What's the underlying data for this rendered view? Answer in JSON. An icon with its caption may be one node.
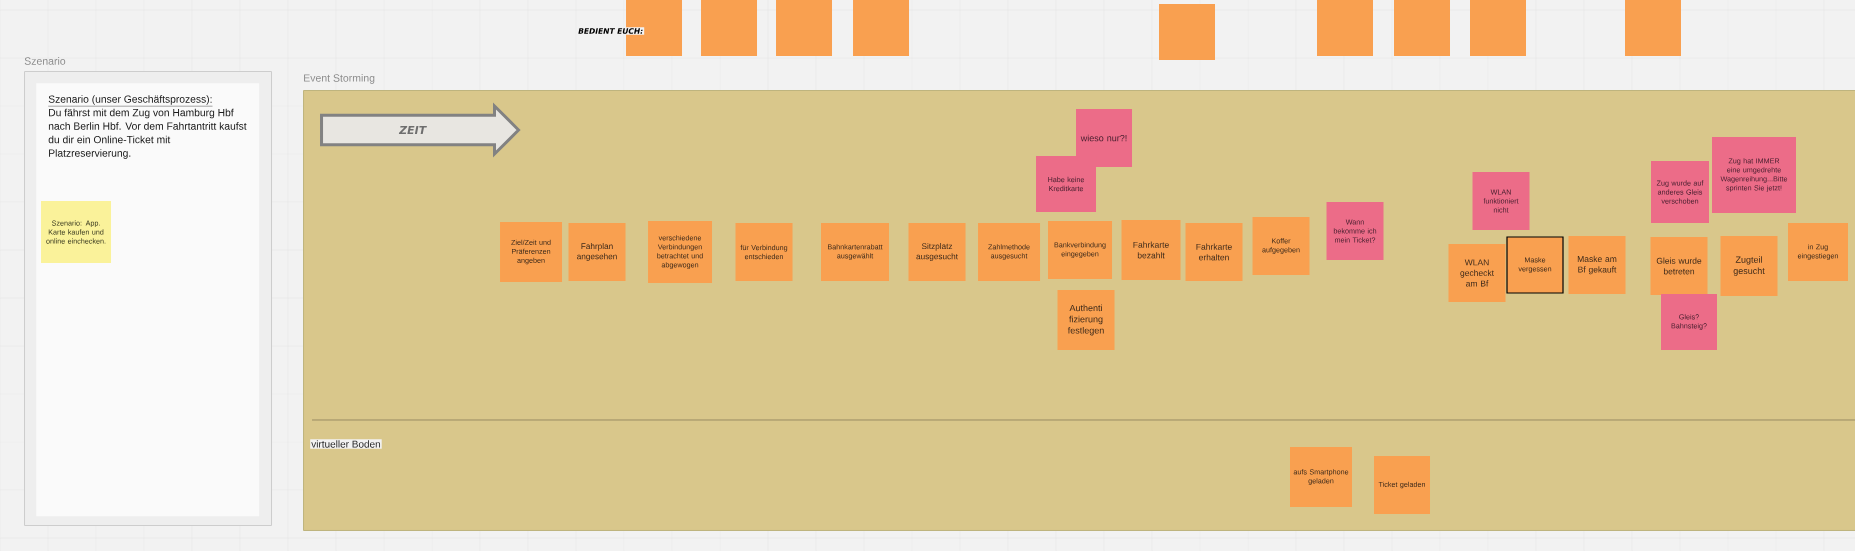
{
  "diagram": {
    "nodes": [
      {
        "text": [
          "Szenario"
        ]
      },
      {
        "text": [
          "Szenario (unser Geschäftsprozess):",
          "Du fährst mit dem Zug von Hamburg Hbf nach Berlin Hbf. Vor dem Fahrtantritt kaufst du dir ein Online-Ticket mit Platzreservierung."
        ],
        "in": 0
      },
      {
        "text": [
          "Szenario: App. Karte kaufen und online einchecken."
        ],
        "in": 1
      },
      {
        "text": [
          "Event Storming"
        ]
      },
      {
        "text": [
          "ZEIT"
        ],
        "in": 3
      },
      {
        "text": [
          "Ziel/Zeit und Präferenzen angeben"
        ],
        "in": 3
      },
      {
        "text": [
          "Fahrplan angesehen"
        ],
        "in": 3
      },
      {
        "text": [
          "verschiedene Verbindungen betrachtet und abgewogen"
        ],
        "in": 3
      },
      {
        "text": [
          "für Verbindung entschieden"
        ],
        "in": 3
      },
      {
        "text": [
          "Bahnkartenrabatt ausgewählt"
        ],
        "in": 3
      },
      {
        "text": [
          "Sitzplatz ausgesucht"
        ],
        "in": 3
      },
      {
        "text": [
          "Zahlmethode ausgesucht"
        ],
        "in": 3
      },
      {
        "text": [
          "wieso nur?!"
        ],
        "in": 3
      },
      {
        "text": [
          "Habe keine Kreditkarte"
        ],
        "in": 3
      },
      {
        "text": [
          "Bankverbindung eingegeben"
        ],
        "in": 3
      },
      {
        "text": [
          "Authenti fizierung festlegen"
        ],
        "in": 3
      },
      {
        "text": [
          "Fahrkarte bezahlt"
        ],
        "in": 3
      },
      {
        "text": [
          "Fahrkarte erhalten"
        ],
        "in": 3
      },
      {
        "text": [
          "Koffer aufgegeben"
        ],
        "in": 3
      },
      {
        "text": [
          "Wann bekomme ich mein Ticket?"
        ],
        "in": 3
      },
      {
        "text": [
          "WLAN funktioniert nicht"
        ],
        "in": 3
      },
      {
        "text": [
          "WLAN gecheckt am Bf"
        ],
        "in": 3
      },
      {
        "text": [
          "Maske vergessen"
        ],
        "in": 3
      },
      {
        "text": [
          "Maske am Bf gekauft"
        ],
        "in": 3
      },
      {
        "text": [
          "Zug wurde auf anderes Gleis verschoben"
        ],
        "in": 3
      },
      {
        "text": [
          "Zug hat IMMER eine umgedrehte Wagenreihung...Bitte sprinten Sie jetzt!"
        ],
        "in": 3
      },
      {
        "text": [
          "Gleis wurde betreten"
        ],
        "in": 3
      },
      {
        "text": [
          "Gleis? Bahnsteig?"
        ],
        "in": 3
      },
      {
        "text": [
          "Zugteil gesucht"
        ],
        "in": 3
      },
      {
        "text": [
          "in Zug eingestiegen"
        ],
        "in": 3
      },
      {
        "text": [
          "aufs Smartphone geladen"
        ],
        "in": 3
      },
      {
        "text": [
          "Ticket geladen"
        ],
        "in": 3
      },
      {
        "text": [],
        "shape": "box"
      },
      {
        "text": [],
        "shape": "box"
      },
      {
        "text": [],
        "shape": "box"
      },
      {
        "text": [],
        "shape": "box"
      },
      {
        "text": [],
        "shape": "box"
      },
      {
        "text": [],
        "shape": "box"
      },
      {
        "text": [],
        "shape": "box"
      },
      {
        "text": [],
        "shape": "box"
      },
      {
        "text": [],
        "shape": "box"
      }
    ],
    "labels": [
      "BEDIENT EUCH:",
      "virtueller Boden"
    ]
  }
}
